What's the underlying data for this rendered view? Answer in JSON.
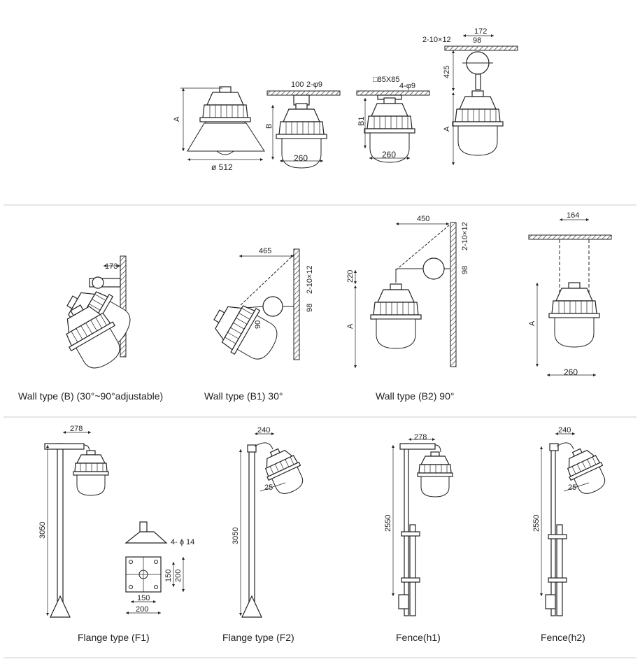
{
  "colors": {
    "line": "#222222",
    "background": "#ffffff",
    "separator": "#cccccc"
  },
  "row1": {
    "pendant_shade": {
      "dim_height": "A",
      "dim_diameter": "ø 512"
    },
    "ceiling_b": {
      "dim_top": "100",
      "dim_holes": "2-φ9",
      "dim_height": "B",
      "dim_width": "260"
    },
    "ceiling_b1": {
      "dim_plate": "□85X85",
      "dim_holes": "4-φ9",
      "dim_height": "B1",
      "dim_width": "260"
    },
    "pipe_pendant": {
      "dim_holes": "2-10×12",
      "dim_outer": "172",
      "dim_inner": "98",
      "dim_drop": "425",
      "dim_height": "A"
    }
  },
  "row2": {
    "wall_b": {
      "dim": "173",
      "caption": "Wall type (B) (30°~90°adjustable)"
    },
    "wall_b1": {
      "dim_reach": "465",
      "dim_holes": "2-10×12",
      "dim_spacing": "98",
      "dim_drop": "90",
      "caption": "Wall type (B1) 30°"
    },
    "wall_b2": {
      "dim_reach": "450",
      "dim_holes": "2-10×12",
      "dim_spacing": "98",
      "dim_rise": "220",
      "dim_height": "A",
      "caption": "Wall type (B2) 90°"
    },
    "chain": {
      "dim_top": "164",
      "dim_height": "A",
      "dim_width": "260"
    }
  },
  "row3": {
    "flange_f1": {
      "dim_arm": "278",
      "dim_height": "3050",
      "caption": "Flange type (F1)"
    },
    "flange_plate": {
      "dim_holes": "4- ϕ 14",
      "dim_inner_v": "150",
      "dim_outer_v": "200",
      "dim_inner_h": "150",
      "dim_outer_h": "200"
    },
    "flange_f2": {
      "dim_arm": "240",
      "dim_angle": "25",
      "dim_height": "3050",
      "caption": "Flange type (F2)"
    },
    "fence_h1": {
      "dim_arm": "278",
      "dim_height": "2550",
      "caption": "Fence(h1)"
    },
    "fence_h2": {
      "dim_arm": "240",
      "dim_angle": "25",
      "dim_height": "2550",
      "caption": "Fence(h2)"
    }
  }
}
